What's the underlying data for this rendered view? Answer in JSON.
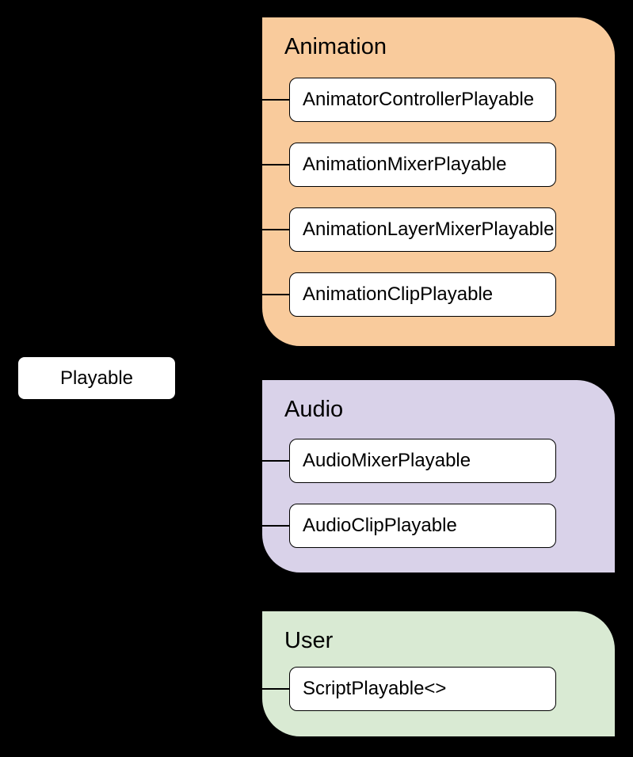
{
  "diagram": {
    "root_label": "Playable",
    "groups": [
      {
        "label": "Animation",
        "color": "#f9cb9c",
        "items": [
          "AnimatorControllerPlayable",
          "AnimationMixerPlayable",
          "AnimationLayerMixerPlayable",
          "AnimationClipPlayable"
        ]
      },
      {
        "label": "Audio",
        "color": "#d9d2e9",
        "items": [
          "AudioMixerPlayable",
          "AudioClipPlayable"
        ]
      },
      {
        "label": "User",
        "color": "#d9ead3",
        "items": [
          "ScriptPlayable<>"
        ]
      }
    ],
    "colors": {
      "background": "#000000",
      "node_fill": "#ffffff",
      "node_border": "#000000",
      "text": "#000000",
      "connector": "#000000"
    }
  }
}
